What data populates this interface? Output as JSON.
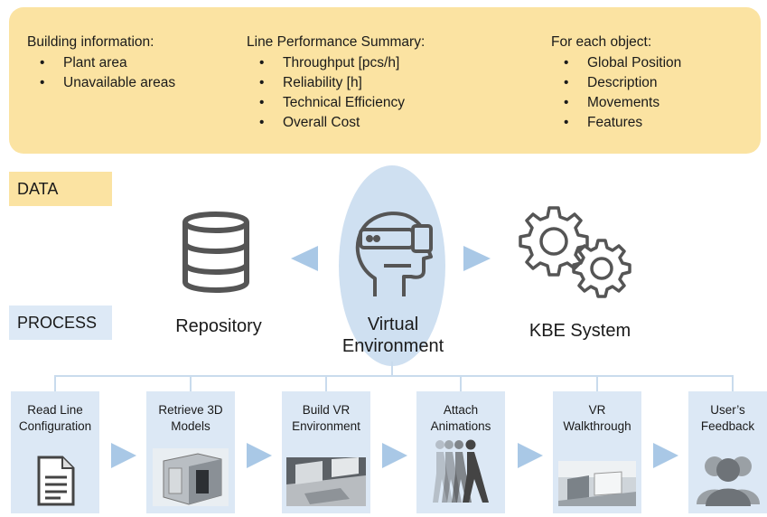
{
  "data_panel": {
    "building": {
      "heading": "Building information:",
      "items": [
        "Plant area",
        "Unavailable areas"
      ]
    },
    "line_performance": {
      "heading": "Line Performance Summary:",
      "items": [
        "Throughput [pcs/h]",
        "Reliability [h]",
        "Technical Efficiency",
        "Overall Cost"
      ]
    },
    "object": {
      "heading": "For each object:",
      "items": [
        "Global Position",
        "Description",
        "Movements",
        "Features"
      ]
    }
  },
  "tags": {
    "data": "DATA",
    "process": "PROCESS"
  },
  "nodes": {
    "repository": "Repository",
    "virtual_environment_line1": "Virtual",
    "virtual_environment_line2": "Environment",
    "kbe_system": "KBE System"
  },
  "icons": {
    "repository": "database-icon",
    "virtual_environment": "vr-headset-head-icon",
    "kbe_system": "gears-icon"
  },
  "steps": [
    {
      "line1": "Read Line",
      "line2": "Configuration",
      "icon": "document-icon"
    },
    {
      "line1": "Retrieve 3D",
      "line2": "Models",
      "icon": "3d-model-thumbnail"
    },
    {
      "line1": "Build VR",
      "line2": "Environment",
      "icon": "vr-environment-thumbnail"
    },
    {
      "line1": "Attach",
      "line2": "Animations",
      "icon": "walking-person-icon"
    },
    {
      "line1": "VR",
      "line2": "Walkthrough",
      "icon": "vr-walkthrough-thumbnail"
    },
    {
      "line1": "User’s",
      "line2": "Feedback",
      "icon": "users-icon"
    }
  ],
  "colors": {
    "data_fill": "#fbe3a2",
    "process_fill": "#dce8f5",
    "arrow": "#a9c8e6",
    "icon_stroke": "#555555"
  }
}
